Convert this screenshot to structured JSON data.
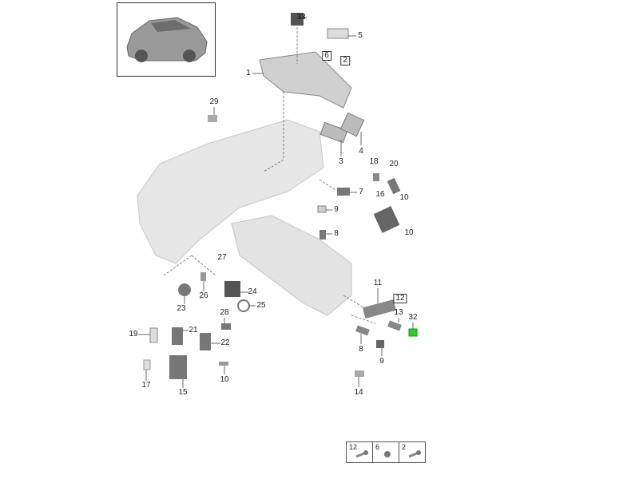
{
  "diagram": {
    "callouts": [
      {
        "id": "c33",
        "text": "33"
      },
      {
        "id": "c5",
        "text": "5"
      },
      {
        "id": "c6",
        "text": "6"
      },
      {
        "id": "c2",
        "text": "2"
      },
      {
        "id": "c1",
        "text": "1"
      },
      {
        "id": "c29",
        "text": "29"
      },
      {
        "id": "c4",
        "text": "4"
      },
      {
        "id": "c3",
        "text": "3"
      },
      {
        "id": "c18",
        "text": "18"
      },
      {
        "id": "c20",
        "text": "20"
      },
      {
        "id": "c7",
        "text": "7"
      },
      {
        "id": "c16",
        "text": "16"
      },
      {
        "id": "c10a",
        "text": "10"
      },
      {
        "id": "c9a",
        "text": "9"
      },
      {
        "id": "c10b",
        "text": "10"
      },
      {
        "id": "c8a",
        "text": "8"
      },
      {
        "id": "c27",
        "text": "27"
      },
      {
        "id": "c11",
        "text": "11"
      },
      {
        "id": "c12",
        "text": "12"
      },
      {
        "id": "c24",
        "text": "24"
      },
      {
        "id": "c26",
        "text": "26"
      },
      {
        "id": "c25",
        "text": "25"
      },
      {
        "id": "c23",
        "text": "23"
      },
      {
        "id": "c28",
        "text": "28"
      },
      {
        "id": "c13",
        "text": "13"
      },
      {
        "id": "c32",
        "text": "32"
      },
      {
        "id": "c19",
        "text": "19"
      },
      {
        "id": "c21",
        "text": "21"
      },
      {
        "id": "c22",
        "text": "22"
      },
      {
        "id": "c8b",
        "text": "8"
      },
      {
        "id": "c9b",
        "text": "9"
      },
      {
        "id": "c17",
        "text": "17"
      },
      {
        "id": "c10c",
        "text": "10"
      },
      {
        "id": "c15",
        "text": "15"
      },
      {
        "id": "c14",
        "text": "14"
      }
    ],
    "legend": [
      {
        "text": "12"
      },
      {
        "text": "6"
      },
      {
        "text": "2"
      }
    ],
    "highlight_color": "#2ecc2e"
  }
}
